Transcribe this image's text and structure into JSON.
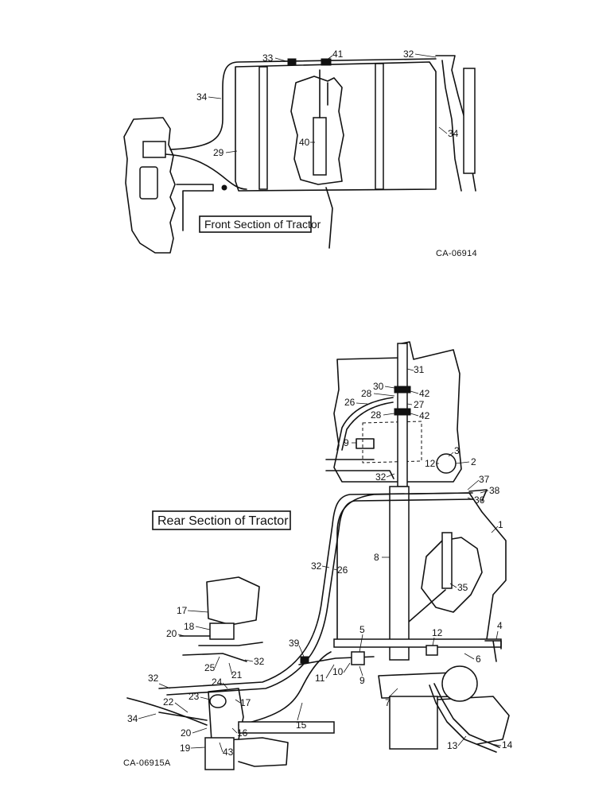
{
  "front_section": {
    "title": "Front Section of Tractor",
    "drawing_code": "CA-06914",
    "callouts": [
      "33",
      "41",
      "32",
      "34",
      "34",
      "29",
      "40"
    ]
  },
  "rear_section": {
    "title": "Rear Section of Tractor",
    "drawing_code": "CA-06915A",
    "callouts": [
      "31",
      "30",
      "42",
      "28",
      "27",
      "26",
      "28",
      "42",
      "9",
      "3",
      "2",
      "12",
      "32",
      "37",
      "38",
      "36",
      "1",
      "8",
      "32",
      "26",
      "35",
      "17",
      "18",
      "20",
      "39",
      "5",
      "12",
      "4",
      "25",
      "21",
      "32",
      "6",
      "24",
      "11",
      "10",
      "9",
      "7",
      "32",
      "23",
      "17",
      "22",
      "15",
      "34",
      "20",
      "16",
      "43",
      "19",
      "13",
      "14"
    ]
  }
}
